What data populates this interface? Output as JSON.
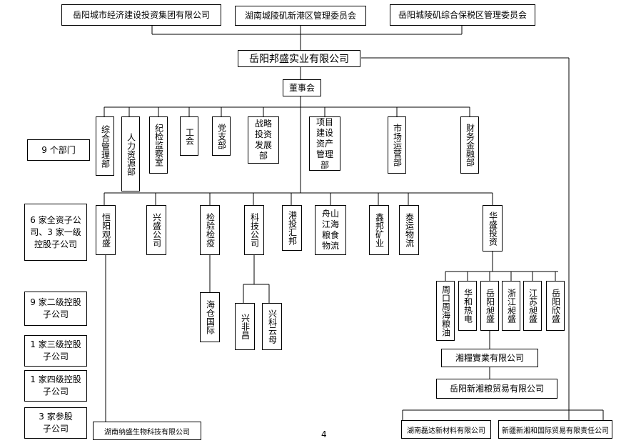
{
  "top": {
    "org1": "岳阳城市经济建设投资集团有限公司",
    "org2": "湖南城陵矶新港区管理委员会",
    "org3": "岳阳城陵矶综合保税区管理委员会"
  },
  "company": "岳阳邦盛实业有限公司",
  "board": "董事会",
  "labels": {
    "departments": "9 个部门",
    "first_level": "6 家全资子公司、3 家一级控股子公司",
    "second_level": "9 家二级控股子公司",
    "third_level": "1 家三级控股子公司",
    "fourth_level": "1 家四级控股子公司",
    "participating": "3 家参股子公司"
  },
  "departments": [
    "综合管理部",
    "人力资源部",
    "纪检监察室",
    "工会",
    "党支部",
    "战略投资发展部",
    "项目建设资产管理部",
    "市场运营部",
    "财务金融部"
  ],
  "subsidiaries": [
    "恒阳观盛",
    "兴盛公司",
    "检验检疫",
    "科技公司",
    "港投汇邦",
    "舟山江海粮食物流",
    "鑫邦矿业",
    "泰运物流",
    "华盛投资"
  ],
  "second": {
    "haicang": "海仓国际",
    "xingfeichang": "兴非昌",
    "xingkeyunmu": "兴科云母",
    "huasheng_children": [
      "周口周海粮油",
      "华和热电",
      "岳阳昶盛",
      "浙江昶盛",
      "江苏昶盛",
      "岳阳欣盛"
    ]
  },
  "third": "湘糧實業有限公司",
  "fourth": "岳阳新湘粮贸易有限公司",
  "participating": [
    "湖南纳盛生物科技有限公司",
    "湖南磊达新材料有限公司",
    "新疆新湘和国际贸易有限责任公司"
  ],
  "page_number": "4"
}
